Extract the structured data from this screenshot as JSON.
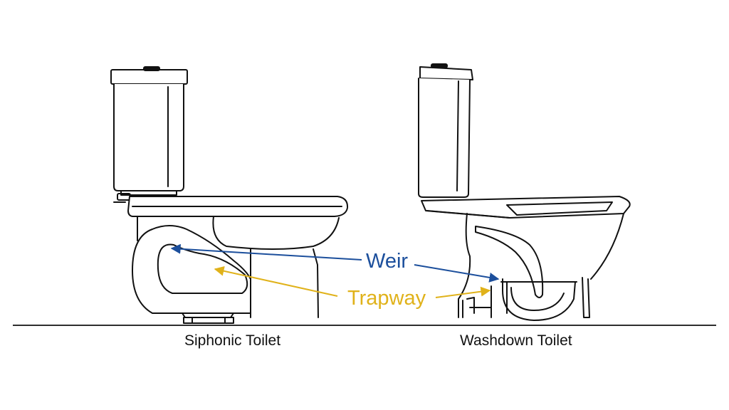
{
  "labels": {
    "weir": "Weir",
    "trapway": "Trapway"
  },
  "captions": {
    "siphonic": "Siphonic Toilet",
    "washdown": "Washdown Toilet"
  },
  "colors": {
    "weir": "#1c4f9c",
    "trapway": "#e0b21a",
    "outline": "#111111",
    "background": "#ffffff"
  }
}
